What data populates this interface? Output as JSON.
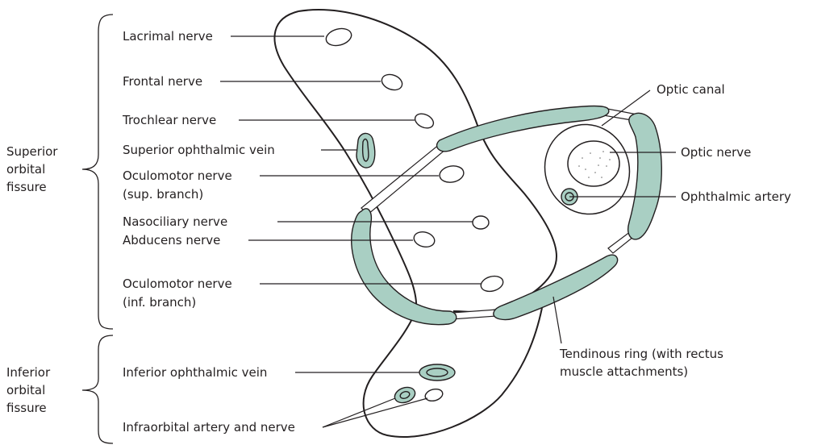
{
  "groups": {
    "superior": [
      "Superior",
      "orbital",
      "fissure"
    ],
    "inferior": [
      "Inferior",
      "orbital",
      "fissure"
    ]
  },
  "labels": {
    "lacrimal_nerve": "Lacrimal nerve",
    "frontal_nerve": "Frontal nerve",
    "trochlear_nerve": "Trochlear nerve",
    "superior_ophthalmic_vein": "Superior ophthalmic vein",
    "oculomotor_sup": [
      "Oculomotor nerve",
      "(sup. branch)"
    ],
    "nasociliary_nerve": "Nasociliary nerve",
    "abducens_nerve": "Abducens nerve",
    "oculomotor_inf": [
      "Oculomotor nerve",
      "(inf. branch)"
    ],
    "inferior_ophthalmic_vein": "Inferior ophthalmic vein",
    "infraorbital": "Infraorbital artery and nerve",
    "optic_canal": "Optic canal",
    "optic_nerve": "Optic nerve",
    "ophthalmic_artery": "Ophthalmic artery",
    "tendinous_ring": [
      "Tendinous ring (with rectus",
      "muscle attachments)"
    ]
  },
  "colors": {
    "muscle_fill": "#a9cfc3",
    "line": "#231f20",
    "background": "#ffffff"
  }
}
